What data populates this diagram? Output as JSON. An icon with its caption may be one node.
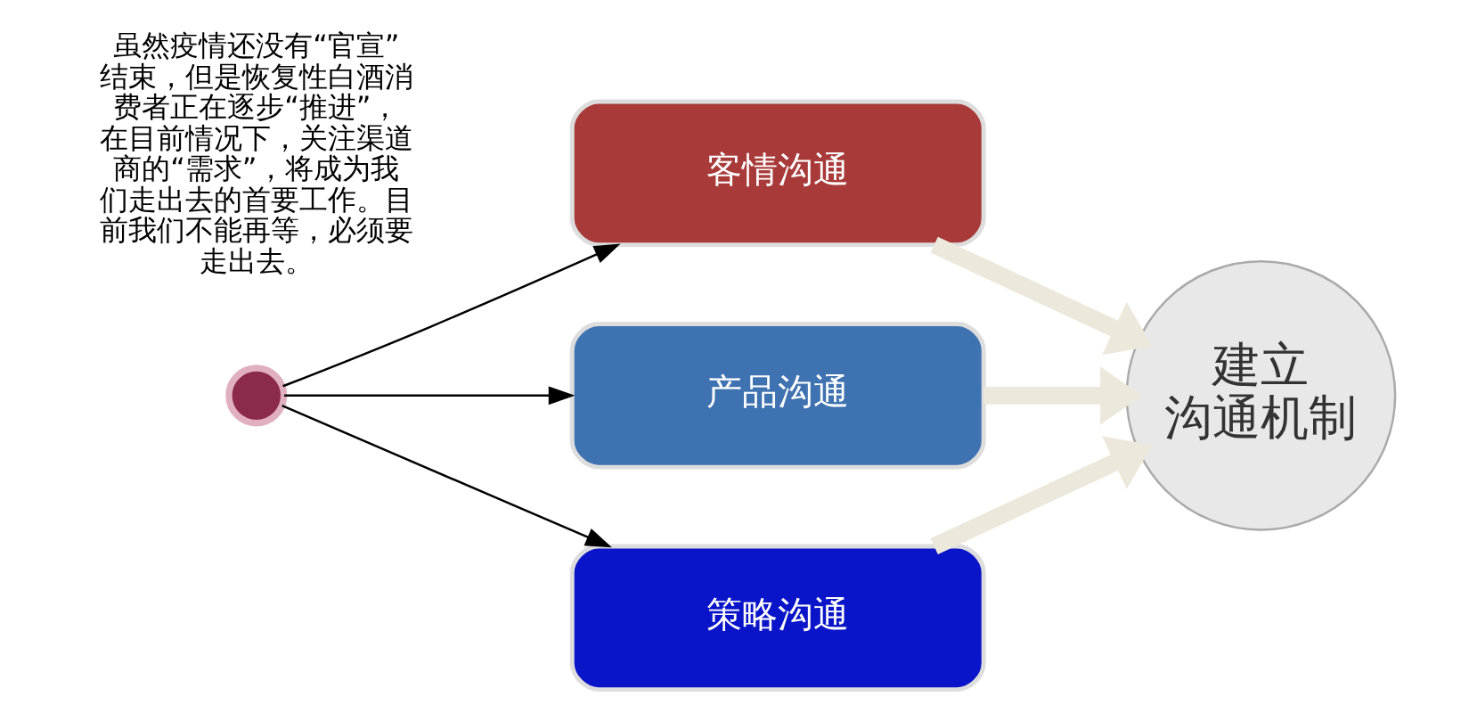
{
  "diagram": {
    "nodes": [
      {
        "text": [],
        "shape": "circle"
      },
      {
        "text": [
          "客情沟通"
        ]
      },
      {
        "text": [
          "产品沟通"
        ]
      },
      {
        "text": [
          "策略沟通"
        ]
      },
      {
        "text": [
          "建立沟通机制"
        ]
      }
    ],
    "edges": [
      {
        "from": 0,
        "to": 1,
        "arrow": "to"
      },
      {
        "from": 0,
        "to": 2,
        "arrow": "to"
      },
      {
        "from": 0,
        "to": 3,
        "arrow": "to"
      },
      {
        "from": 1,
        "to": 4,
        "arrow": "to",
        "style": "thick",
        "color": "#ece9dc"
      },
      {
        "from": 2,
        "to": 4,
        "arrow": "to",
        "style": "thick",
        "color": "#ece9dc"
      },
      {
        "from": 3,
        "to": 4,
        "arrow": "to",
        "style": "thick",
        "color": "#ece9dc"
      }
    ],
    "labels": [
      "虽然疫情还没有“官宣”结束，但是恢复性白酒消费者正在逐步“推进”，在目前情况下，关注渠道商的“需求”，将成为我们走出去的首要工作。目前我们不能再等，必须要走出去。"
    ]
  }
}
